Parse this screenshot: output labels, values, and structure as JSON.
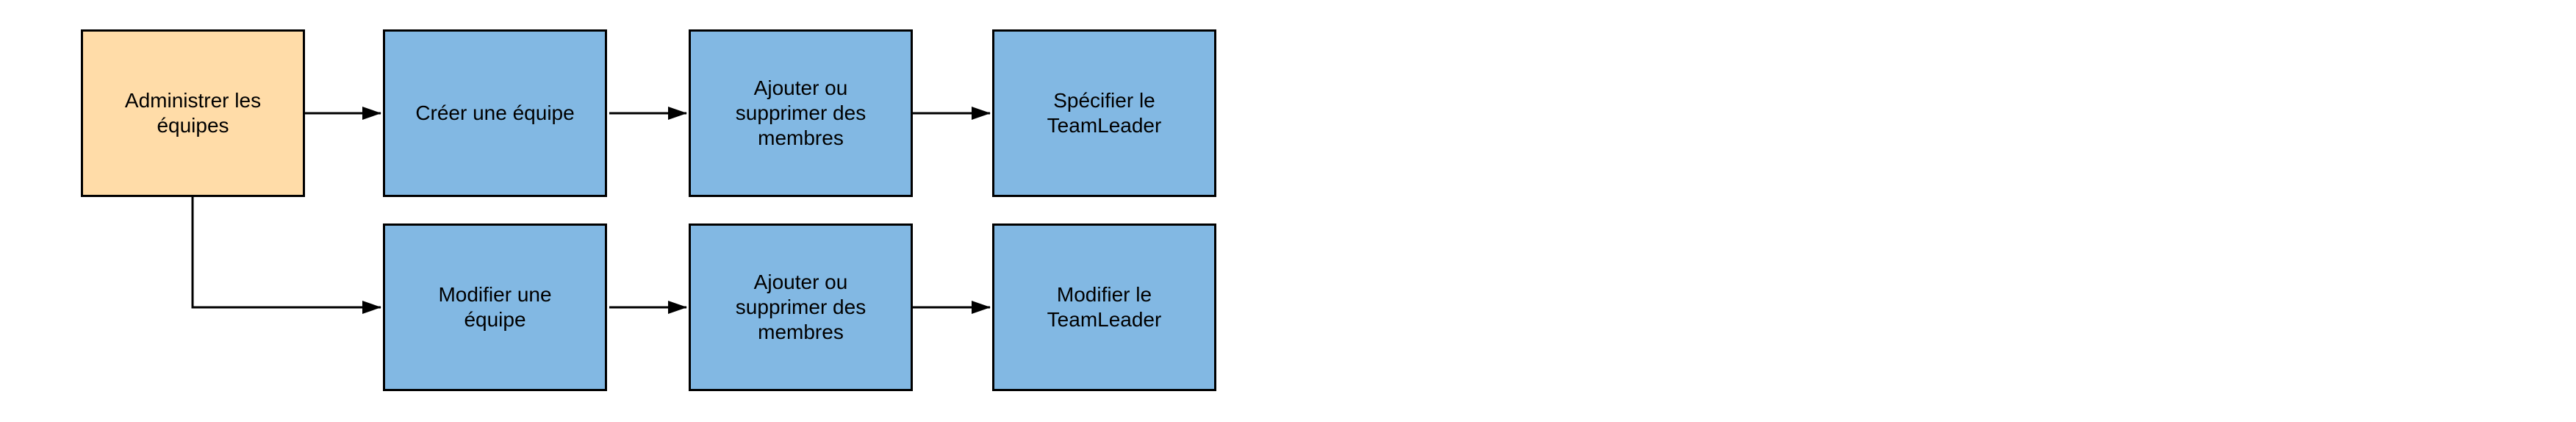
{
  "diagram": {
    "colors": {
      "canvas_bg": "#ffffff",
      "root_node_fill": "#ffdca8",
      "step_node_fill": "#82b8e3",
      "node_border": "#000000",
      "connector": "#000000",
      "text": "#000000"
    },
    "nodes": {
      "root": {
        "label": "Administrer les\néquipes"
      },
      "row1": [
        {
          "label": "Créer une équipe"
        },
        {
          "label": "Ajouter ou\nsupprimer des\nmembres"
        },
        {
          "label": "Spécifier le\nTeamLeader"
        }
      ],
      "row2": [
        {
          "label": "Modifier une\néquipe"
        },
        {
          "label": "Ajouter ou\nsupprimer des\nmembres"
        },
        {
          "label": "Modifier le\nTeamLeader"
        }
      ]
    }
  }
}
